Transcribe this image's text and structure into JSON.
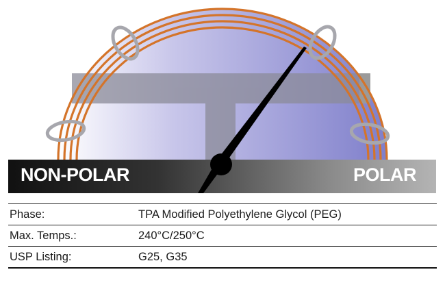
{
  "gauge": {
    "left_label": "NON-POLAR",
    "right_label": "POLAR",
    "icons": [
      "column-coil-icon",
      "polarity-needle-icon"
    ],
    "colors": {
      "coil": "#d4742a",
      "dome_gradient_start": "#ffffff",
      "dome_gradient_end": "#8c8cd0",
      "base_bar_dark": "#111111",
      "base_bar_light": "#a6a6a6",
      "t_bar": "#8f8f9c",
      "needle": "#000000"
    }
  },
  "specs": [
    {
      "key": "Phase:",
      "value": "TPA Modified Polyethylene Glycol (PEG)"
    },
    {
      "key": "Max. Temps.:",
      "value": "240°C/250°C"
    },
    {
      "key": "USP Listing:",
      "value": "G25, G35"
    }
  ]
}
